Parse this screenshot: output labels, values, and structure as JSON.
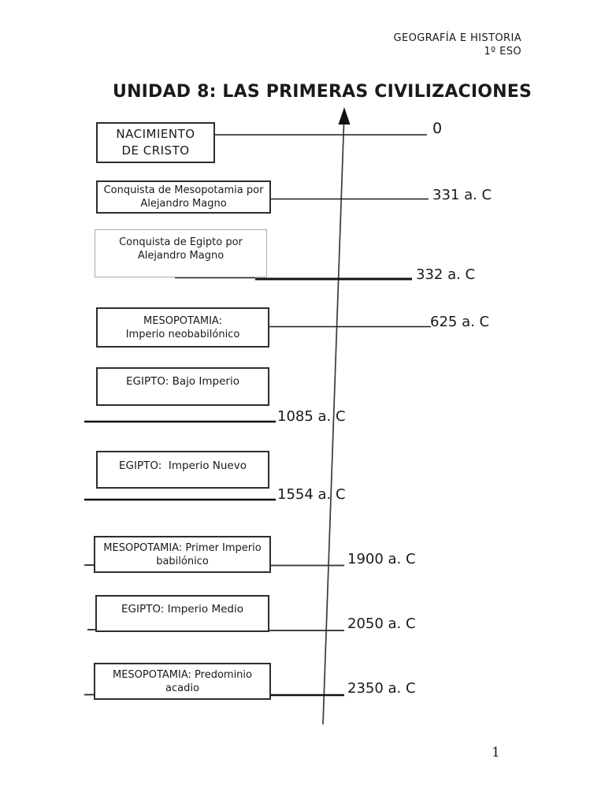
{
  "page": {
    "header_line1": "GEOGRAFÍA E HISTORIA",
    "header_line2": "1º ESO",
    "title": "UNIDAD 8: LAS PRIMERAS CIVILIZACIONES",
    "page_number": "1"
  },
  "timeline": {
    "description": "Vertical timeline arrow pointing up toward year 0; event boxes on the left linked to dates on the right",
    "events": [
      {
        "label_line1": "NACIMIENTO",
        "label_line2": "DE CRISTO",
        "date": "0"
      },
      {
        "label_line1": "Conquista de Mesopotamia por",
        "label_line2": "Alejandro Magno",
        "date": "331 a. C"
      },
      {
        "label_line1": "Conquista de Egipto por",
        "label_line2": "Alejandro Magno",
        "date": "332 a. C"
      },
      {
        "label_line1": "MESOPOTAMIA:",
        "label_line2": "Imperio neobabilónico",
        "date": "625 a. C"
      },
      {
        "label_line1": "EGIPTO: Bajo Imperio",
        "label_line2": "",
        "date": "1085 a. C"
      },
      {
        "label_line1": "EGIPTO:  Imperio Nuevo",
        "label_line2": "",
        "date": "1554 a. C"
      },
      {
        "label_line1": "MESOPOTAMIA: Primer Imperio",
        "label_line2": "babilónico",
        "date": "1900 a. C"
      },
      {
        "label_line1": "EGIPTO: Imperio Medio",
        "label_line2": "",
        "date": "2050 a. C"
      },
      {
        "label_line1": "MESOPOTAMIA: Predominio",
        "label_line2": "acadio",
        "date": "2350 a. C"
      }
    ],
    "colors": {
      "ink": "#1a1a1a",
      "arrow": "#3a3a3a",
      "light_box_border": "#aaaaaa",
      "paper": "#ffffff"
    }
  }
}
